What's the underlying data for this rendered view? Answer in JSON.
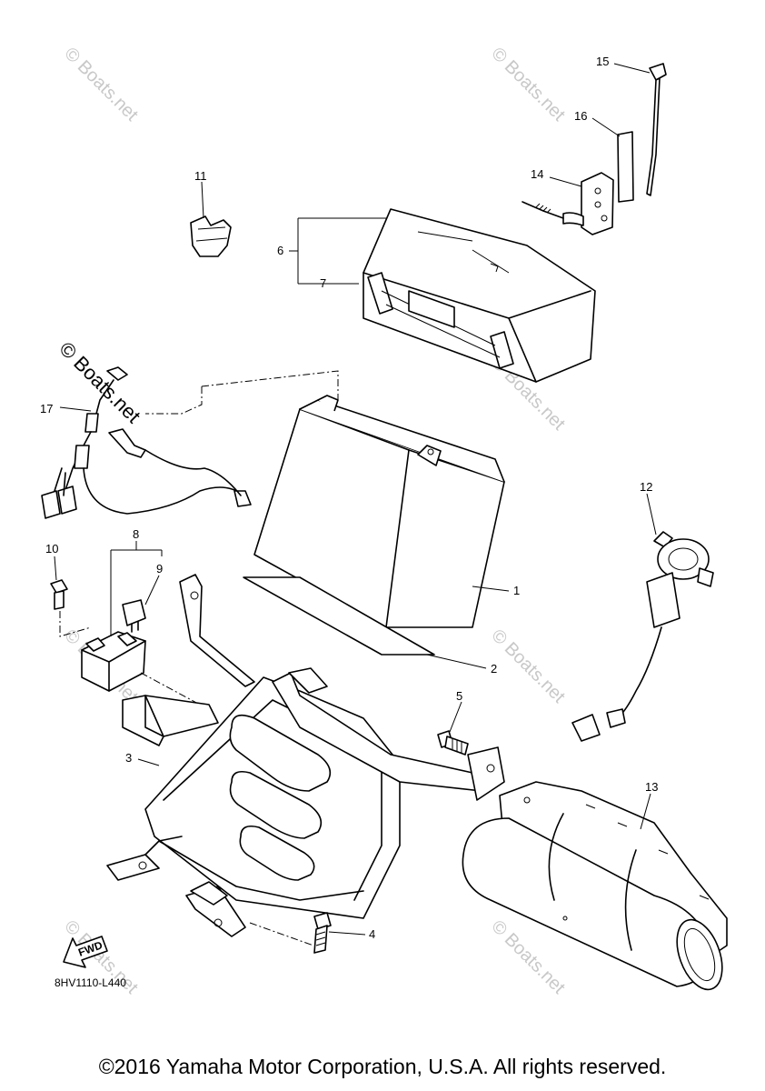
{
  "diagram": {
    "callouts": [
      "1",
      "2",
      "3",
      "4",
      "5",
      "6",
      "7",
      "8",
      "9",
      "10",
      "11",
      "12",
      "13",
      "14",
      "15",
      "16",
      "17"
    ],
    "drawing_code": "8HV1110-L440",
    "fwd_label": "FWD",
    "watermark": "© Boats.net"
  },
  "footer": {
    "copyright": "©2016 Yamaha Motor Corporation, U.S.A. All rights reserved."
  }
}
